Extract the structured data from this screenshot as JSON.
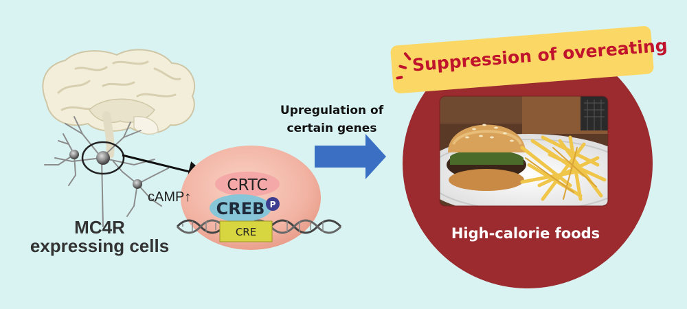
{
  "labels": {
    "cells": "MC4R\nexpressing cells",
    "camp": "cAMP↑",
    "crtc": "CRTC",
    "creb": "CREB",
    "phospho": "P",
    "cre": "CRE",
    "upregulation": "Upregulation of\ncertain genes",
    "banner": "Suppression of overeating",
    "foods": "High-calorie foods"
  },
  "icons": {
    "brain": "brain-illustration",
    "neuron": "neuron-icon",
    "arrow": "arrow-right-icon",
    "dna": "dna-strand-icon",
    "food": "burger-and-fries-photo"
  },
  "colors": {
    "background": "#d9f3f3",
    "cell_nucleus": "#f2b3a3",
    "crtc": "#f4a8a8",
    "creb": "#86c6d8",
    "phospho": "#3d3d8f",
    "cre": "#d8d640",
    "blue_arrow": "#3a6fc4",
    "food_circle": "#9b2b2e",
    "banner": "#fbd766",
    "banner_text": "#c0132c"
  }
}
